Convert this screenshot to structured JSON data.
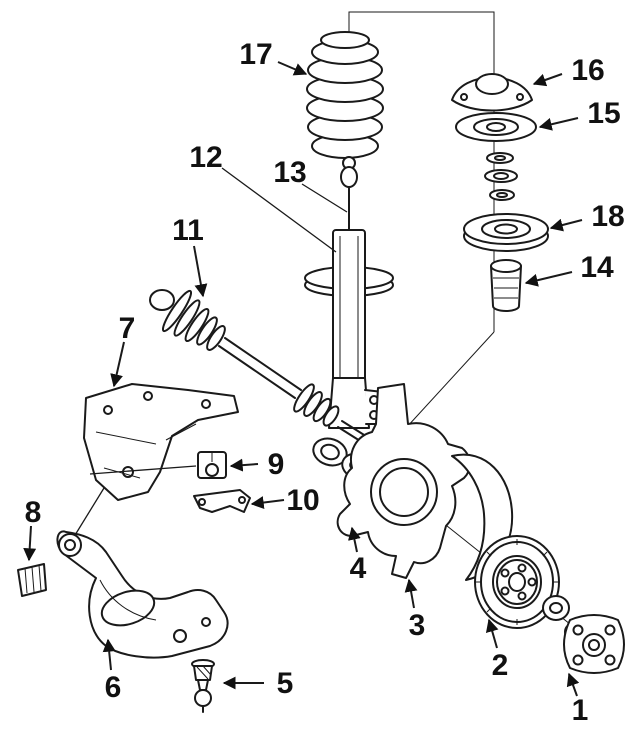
{
  "diagram": {
    "background_color": "#ffffff",
    "line_color": "#1a1a1a",
    "label_color": "#111111",
    "parts": [
      {
        "num": "1"
      },
      {
        "num": "2"
      },
      {
        "num": "3"
      },
      {
        "num": "4"
      },
      {
        "num": "5"
      },
      {
        "num": "6"
      },
      {
        "num": "7"
      },
      {
        "num": "8"
      },
      {
        "num": "9"
      },
      {
        "num": "10"
      },
      {
        "num": "11"
      },
      {
        "num": "12"
      },
      {
        "num": "13"
      },
      {
        "num": "14"
      },
      {
        "num": "15"
      },
      {
        "num": "16"
      },
      {
        "num": "17"
      },
      {
        "num": "18"
      }
    ]
  }
}
